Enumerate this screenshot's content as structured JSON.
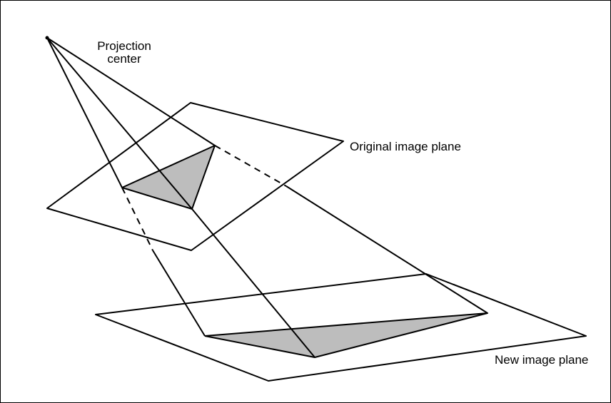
{
  "labels": {
    "projection_center_line1": "Projection",
    "projection_center_line2": "center",
    "original_plane": "Original image plane",
    "new_plane": "New image plane"
  },
  "colors": {
    "line": "#000000",
    "triangle_fill": "#bdbdbd",
    "background": "#ffffff"
  }
}
